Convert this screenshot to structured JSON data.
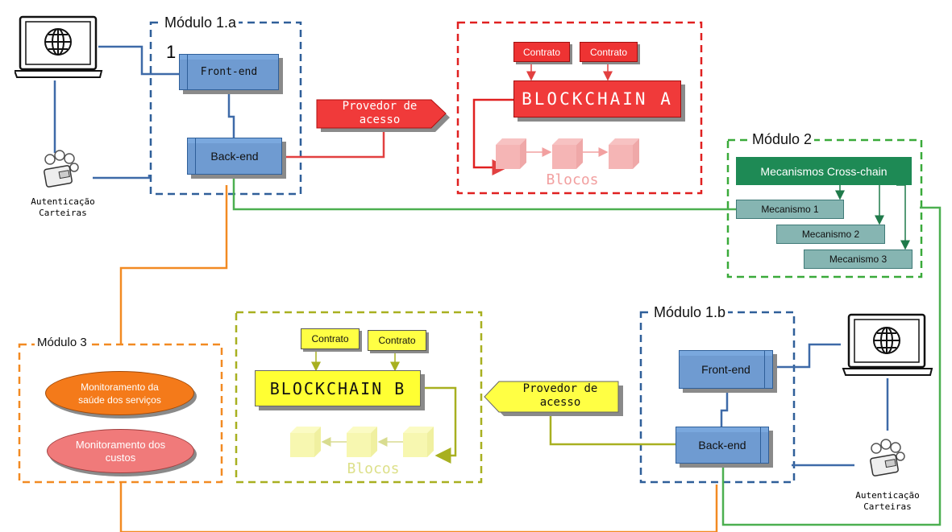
{
  "modules": {
    "m1a": {
      "title": "Módulo 1.a",
      "marker": "1",
      "frontend": "Front-end",
      "backend": "Back-end"
    },
    "m1b": {
      "title": "Módulo 1.b",
      "frontend": "Front-end",
      "backend": "Back-end"
    },
    "m2": {
      "title": "Módulo 2",
      "header": "Mecanismos Cross-chain",
      "mechanisms": [
        "Mecanismo 1",
        "Mecanismo 2",
        "Mecanismo 3"
      ]
    },
    "m3": {
      "title": "Módulo 3",
      "items": [
        "Monitoramento da saúde dos serviços",
        "Monitoramento dos custos"
      ]
    }
  },
  "blockchain_a": {
    "title": "BLOCKCHAIN A",
    "contracts": [
      "Contrato",
      "Contrato"
    ],
    "blocks_label": "Blocos"
  },
  "blockchain_b": {
    "title": "BLOCKCHAIN B",
    "contracts": [
      "Contrato",
      "Contrato"
    ],
    "blocks_label": "Blocos"
  },
  "provider_a": {
    "line1": "Provedor de",
    "line2": "acesso"
  },
  "provider_b": {
    "line1": "Provedor de",
    "line2": "acesso"
  },
  "auth_a": {
    "line1": "Autenticação",
    "line2": "Carteiras"
  },
  "auth_b": {
    "line1": "Autenticação",
    "line2": "Carteiras"
  },
  "colors": {
    "module1": "#2f5f99",
    "blockchain_a": "#e02020",
    "module2": "#3aaa3a",
    "blockchain_b": "#a8b020",
    "module3": "#f28a22",
    "wire_blue": "#3e6aa8",
    "wire_red": "#e24040",
    "wire_green": "#4caf50",
    "wire_orange": "#f28a22",
    "wire_olive": "#a8b020"
  },
  "icons": [
    "laptop-globe-icon",
    "wallet-coins-icon",
    "block-cube-icon"
  ]
}
